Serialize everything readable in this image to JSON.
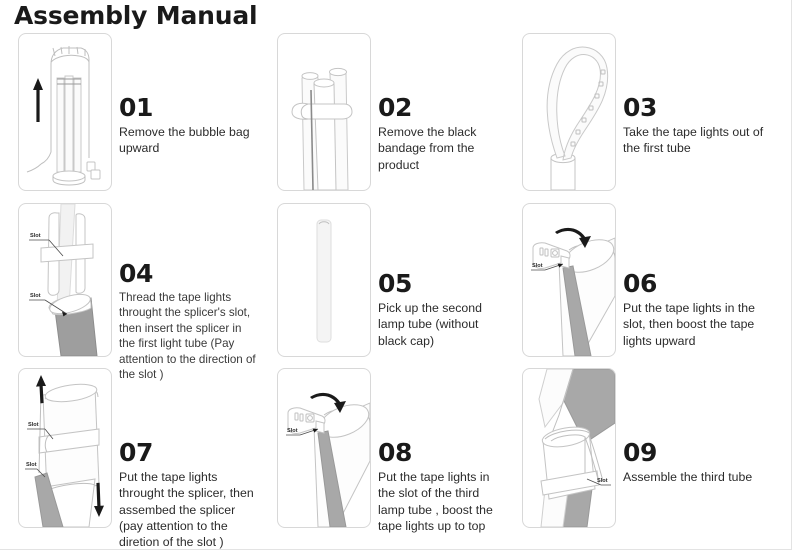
{
  "document": {
    "title": "Assembly Manual"
  },
  "labels": {
    "slot": "Slot"
  },
  "steps": [
    {
      "number": "01",
      "text": "Remove the bubble bag upward",
      "illustration": "bubble-bag-with-tubes-and-upward-arrow"
    },
    {
      "number": "02",
      "text": "Remove the black bandage from the product",
      "illustration": "three-tubes-with-black-bandage"
    },
    {
      "number": "03",
      "text": "Take the tape lights out of the first tube",
      "illustration": "tape-light-strip-pulled-from-tube"
    },
    {
      "number": "04",
      "text": "Thread the tape lights throught the splicer's slot, then insert the splicer in the first light tube (Pay attention to the direction of the slot )",
      "illustration": "splicer-slot-insert-into-first-tube"
    },
    {
      "number": "05",
      "text": "Pick up the second lamp tube (without black cap)",
      "illustration": "second-lamp-tube-plain"
    },
    {
      "number": "06",
      "text": "Put the tape lights in the slot, then boost the tape lights upward",
      "illustration": "tape-lights-into-slot-curved-arrow"
    },
    {
      "number": "07",
      "text": "Put the tape lights throught the splicer, then assembed the splicer (pay attention to the diretion of the slot )",
      "illustration": "splicer-assembly-up-down-arrows"
    },
    {
      "number": "08",
      "text": "Put the tape lights in the slot of the third lamp tube , boost the tape lights up to top",
      "illustration": "tape-lights-into-third-tube-slot"
    },
    {
      "number": "09",
      "text": "Assemble the third tube",
      "illustration": "assemble-third-tube-joint"
    }
  ],
  "colors": {
    "text": "#231f20",
    "card_border": "#d8d8d8",
    "page_border": "#e3e3e3",
    "tube_gray": "#9e9e9e",
    "arrow": "#1a1a1a"
  }
}
